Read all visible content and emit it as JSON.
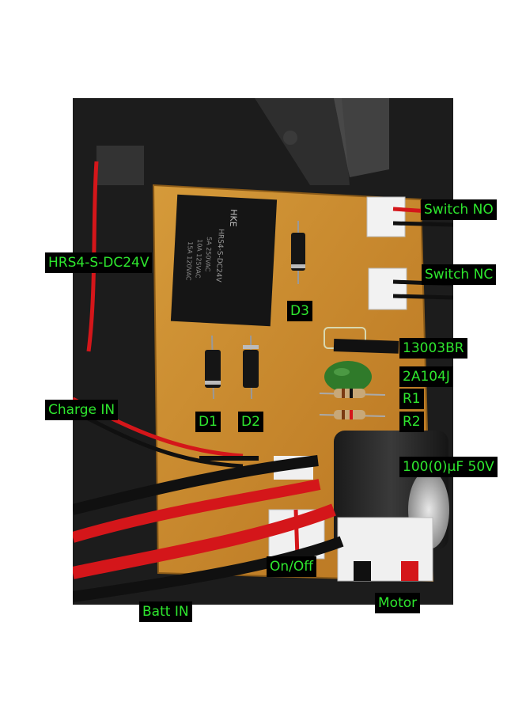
{
  "labels": {
    "relay": "HRS4-S-DC24V",
    "switch_no": "Switch NO",
    "switch_nc": "Switch NC",
    "d3": "D3",
    "transistor": "13003BR",
    "capacitor_small": "2A104J",
    "r1": "R1",
    "r2": "R2",
    "capacitor_large": "100(0)µF 50V",
    "charge_in": "Charge IN",
    "d1": "D1",
    "d2": "D2",
    "on_off": "On/Off",
    "batt_in": "Batt IN",
    "motor": "Motor"
  },
  "relay_markings": [
    "HKE",
    "HRS4-S-DC24V",
    "5A 250VAC",
    "10A 125VAC",
    "15A 120VAC"
  ],
  "colors": {
    "label_text": "#2ee62e",
    "label_bg": "#000000",
    "pcb": "#c98a2a",
    "wire_red": "#d4161a",
    "wire_black": "#101010"
  }
}
